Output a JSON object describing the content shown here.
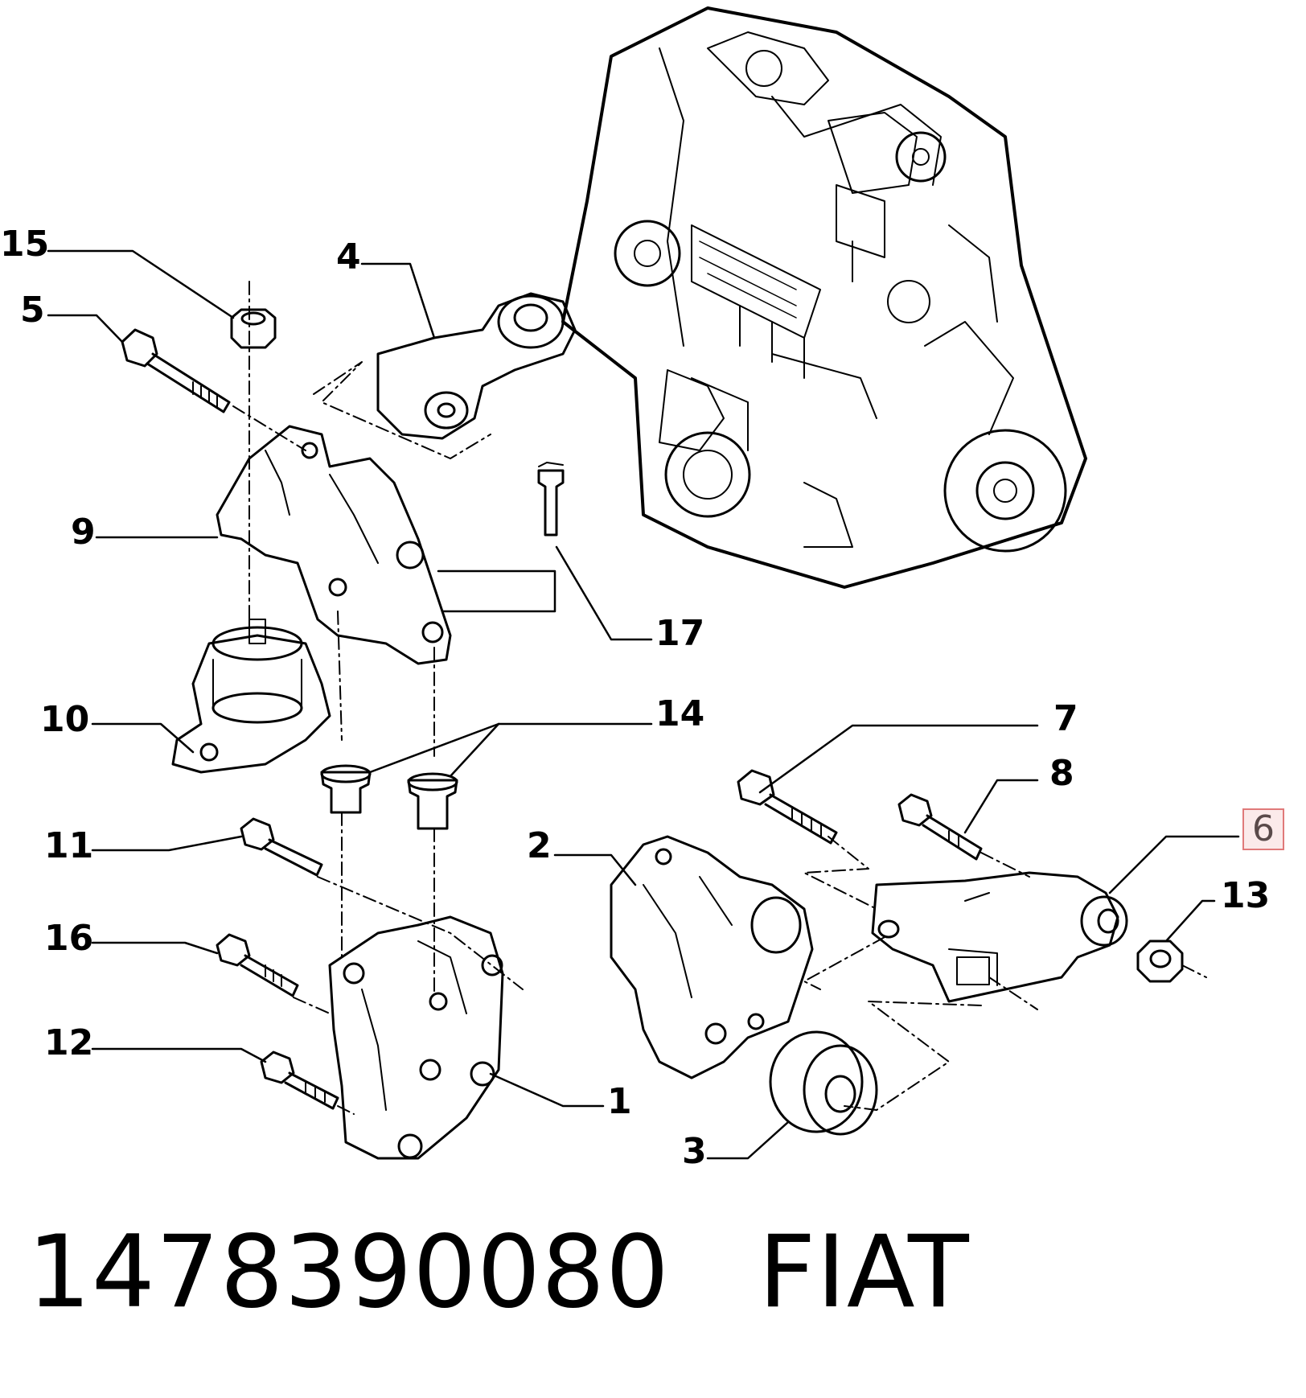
{
  "callouts": [
    {
      "id": "15",
      "label": "15"
    },
    {
      "id": "5",
      "label": "5"
    },
    {
      "id": "4",
      "label": "4"
    },
    {
      "id": "9",
      "label": "9"
    },
    {
      "id": "17",
      "label": "17"
    },
    {
      "id": "10",
      "label": "10"
    },
    {
      "id": "14",
      "label": "14"
    },
    {
      "id": "7",
      "label": "7"
    },
    {
      "id": "8",
      "label": "8"
    },
    {
      "id": "6",
      "label": "6",
      "highlighted": true
    },
    {
      "id": "11",
      "label": "11"
    },
    {
      "id": "2",
      "label": "2"
    },
    {
      "id": "13",
      "label": "13"
    },
    {
      "id": "16",
      "label": "16"
    },
    {
      "id": "12",
      "label": "12"
    },
    {
      "id": "1",
      "label": "1"
    },
    {
      "id": "3",
      "label": "3"
    }
  ],
  "caption": {
    "part_number": "1478390080",
    "brand": "FIAT"
  },
  "colors": {
    "line": "#000000",
    "highlight_border": "#e07a7a",
    "highlight_fill": "#fbeaea"
  }
}
